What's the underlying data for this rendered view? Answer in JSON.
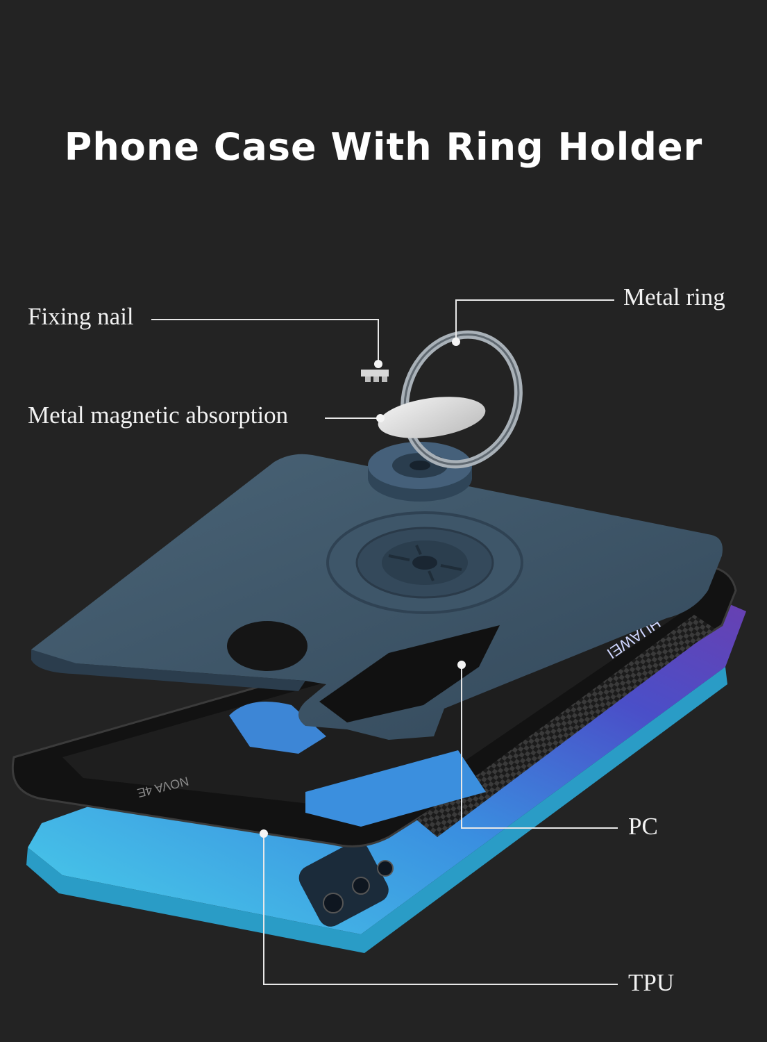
{
  "title": "Phone Case With Ring Holder",
  "labels": {
    "fixing_nail": "Fixing nail",
    "metal_ring": "Metal ring",
    "metal_magnetic_absorption": "Metal magnetic absorption",
    "pc": "PC",
    "tpu": "TPU"
  },
  "phone_text": {
    "brand": "HUAWEI",
    "model": "NOVA 4E"
  },
  "colors": {
    "background": "#232323",
    "case_blue": "#3c5366",
    "tpu_black": "#111111",
    "phone_cyan": "#47c6e6",
    "phone_purple": "#5a3fb8",
    "callout_line": "#e8e8e8"
  }
}
